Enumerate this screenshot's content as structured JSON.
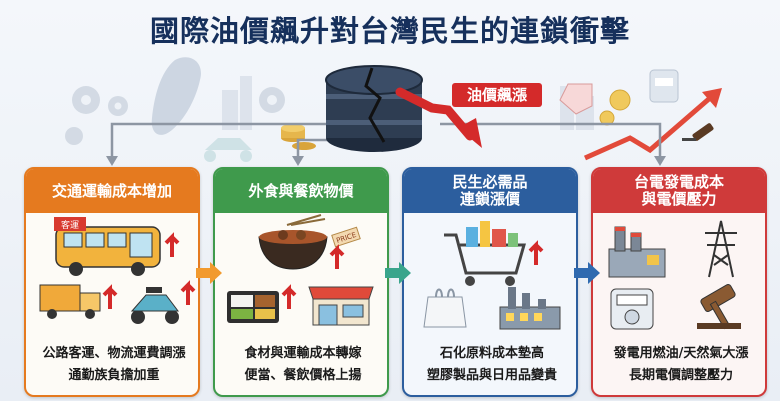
{
  "title": "國際油價飆升對台灣民生的連鎖衝擊",
  "banner": "油價飆漲",
  "colors": {
    "navy": "#16305c",
    "orange": "#e57a1f",
    "green": "#3f9a4c",
    "blue": "#2c5e9e",
    "red": "#cf3a3a"
  },
  "cards": [
    {
      "heading": "交通運輸成本增加",
      "badge": "客運",
      "lines": [
        "公路客運、物流運費調漲",
        "通勤族負擔加重"
      ],
      "icons": [
        "bus-icon",
        "truck-icon",
        "scooter-icon",
        "up-arrow-icon"
      ]
    },
    {
      "heading": "外食與餐飲物價",
      "badge": "PRICE",
      "lines": [
        "食材與運輸成本轉嫁",
        "便當、餐飲價格上揚"
      ],
      "icons": [
        "noodle-bowl-icon",
        "bento-box-icon",
        "shop-icon",
        "up-arrow-icon"
      ]
    },
    {
      "heading_lines": [
        "民生必需品",
        "連鎖漲價"
      ],
      "lines": [
        "石化原料成本墊高",
        "塑膠製品與日用品變貴"
      ],
      "icons": [
        "shopping-cart-icon",
        "plastic-bag-icon",
        "factory-icon",
        "up-arrow-icon"
      ]
    },
    {
      "heading_lines": [
        "台電發電成本",
        "與電價壓力"
      ],
      "lines": [
        "發電用燃油/天然氣大漲",
        "長期電價調整壓力"
      ],
      "icons": [
        "power-plant-icon",
        "transmission-tower-icon",
        "electric-meter-icon",
        "gavel-icon"
      ]
    }
  ]
}
